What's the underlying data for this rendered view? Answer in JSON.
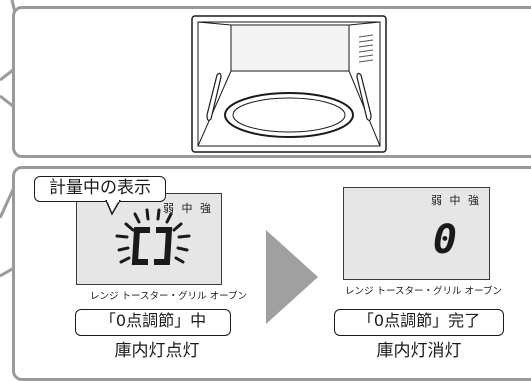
{
  "callout": "計量中の表示",
  "left_display": {
    "levels": "弱 中 強",
    "modes": "レンジ トースター・グリル オーブン",
    "status": "「0点調節」中",
    "caption": "庫内灯点灯"
  },
  "right_display": {
    "levels": "弱 中 強",
    "reading": "0",
    "modes": "レンジ トースター・グリル オーブン",
    "status": "「0点調節」完了",
    "caption": "庫内灯消灯"
  }
}
